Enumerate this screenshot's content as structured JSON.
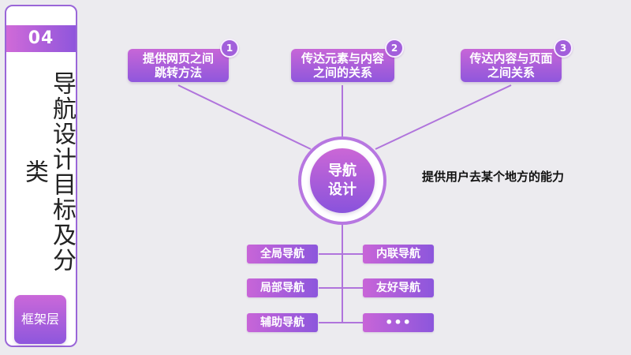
{
  "sidebar": {
    "section_number": "04",
    "title": "导航设计目标及分类",
    "layer": "框架层"
  },
  "top_items": [
    {
      "number": "1",
      "label": "提供网页之间\n跳转方法"
    },
    {
      "number": "2",
      "label": "传达元素与内容\n之间的关系"
    },
    {
      "number": "3",
      "label": "传达内容与页面\n之间关系"
    }
  ],
  "center": {
    "label": "导航\n设计"
  },
  "capability": "提供用户去某个地方的能力",
  "navigation_types": {
    "left": [
      "全局导航",
      "局部导航",
      "辅助导航"
    ],
    "right": [
      "内联导航",
      "友好导航",
      "•••"
    ]
  }
}
